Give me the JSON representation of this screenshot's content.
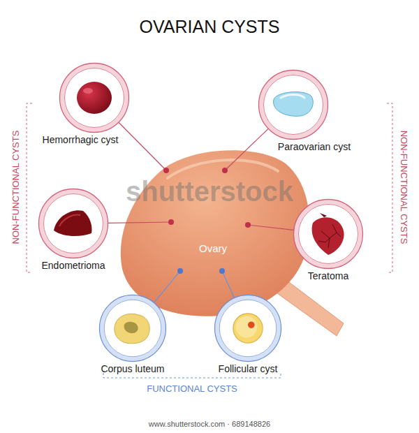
{
  "diagram": {
    "title": "OVARIAN CYSTS",
    "nodes": [
      {
        "text": [
          "Hemorrhagic cyst"
        ]
      },
      {
        "text": [
          "Paraovarian cyst"
        ]
      },
      {
        "text": [
          "Endometrioma"
        ]
      },
      {
        "text": [
          "Ovary"
        ]
      },
      {
        "text": [
          "Teratoma"
        ]
      },
      {
        "text": [
          "Corpus luteum"
        ]
      },
      {
        "text": [
          "Follicular cyst"
        ]
      }
    ],
    "edges": [
      {
        "from": 0,
        "to": 3,
        "arrow": "none"
      },
      {
        "from": 1,
        "to": 3,
        "arrow": "none"
      },
      {
        "from": 2,
        "to": 3,
        "arrow": "none"
      },
      {
        "from": 4,
        "to": 3,
        "arrow": "none"
      },
      {
        "from": 5,
        "to": 3,
        "arrow": "none"
      },
      {
        "from": 6,
        "to": 3,
        "arrow": "none"
      }
    ],
    "labels": [
      "NON-FUNCTIONAL CYSTS",
      "NON-FUNCTIONAL CYSTS",
      "FUNCTIONAL CYSTS",
      "shutterstock",
      "www.shutterstock.com · 689148826"
    ]
  }
}
